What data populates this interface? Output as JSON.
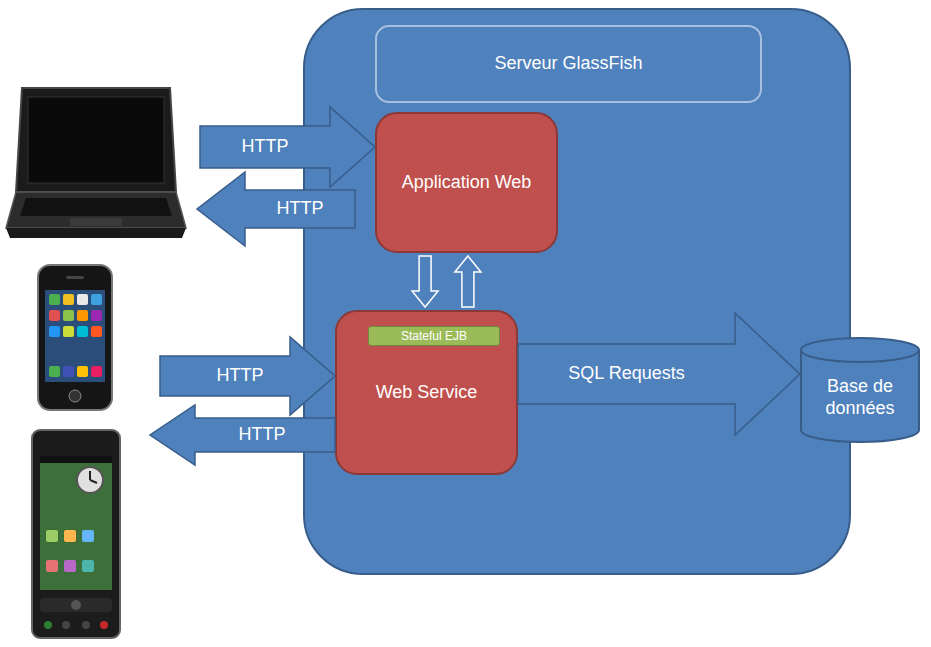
{
  "diagram": {
    "nodes": [
      {
        "text": [
          "Serveur GlassFish"
        ]
      },
      {
        "text": [
          "Application Web"
        ],
        "in": 0
      },
      {
        "text": [
          "Web Service"
        ],
        "in": 0
      },
      {
        "text": [
          "Stateful EJB"
        ],
        "in": 2
      },
      {
        "text": [
          "Base de données"
        ]
      }
    ],
    "edges": [
      {
        "from": 1,
        "to": 2,
        "arrow": "to"
      },
      {
        "from": 2,
        "to": 1,
        "arrow": "to"
      },
      {
        "from": 2,
        "to": 4,
        "label": "SQL Requests",
        "arrow": "to"
      }
    ],
    "labels": [
      "HTTP",
      "HTTP",
      "HTTP",
      "HTTP"
    ]
  }
}
